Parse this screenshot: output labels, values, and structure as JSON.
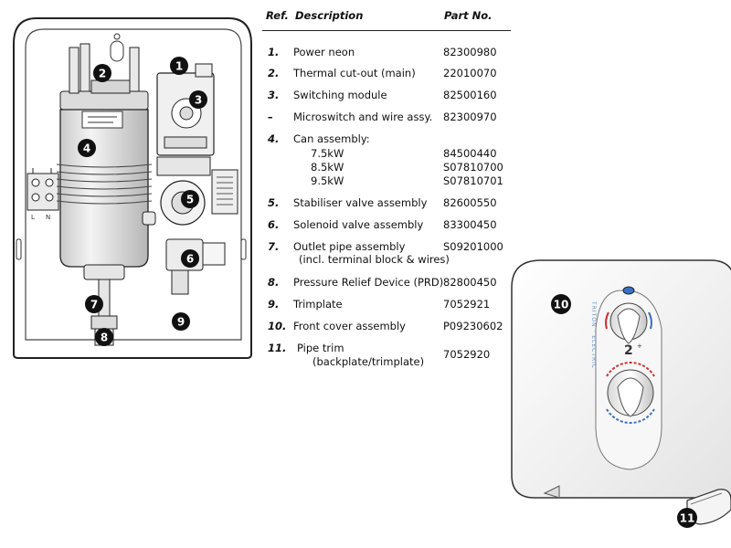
{
  "table": {
    "headers": {
      "ref": "Ref.",
      "description": "Description",
      "part_no": "Part No."
    },
    "rows": [
      {
        "ref": "1.",
        "description": "Power neon",
        "part_no": "82300980"
      },
      {
        "ref": "2.",
        "description": "Thermal cut-out (main)",
        "part_no": "22010070"
      },
      {
        "ref": "3.",
        "description": "Switching module",
        "part_no": "82500160"
      },
      {
        "ref": "–",
        "description": "Microswitch and wire assy.",
        "part_no": "82300970"
      },
      {
        "ref": "4.",
        "description": "Can assembly:",
        "part_no": "",
        "variants": [
          {
            "rating": "7.5kW",
            "part_no": "84500440"
          },
          {
            "rating": "8.5kW",
            "part_no": "S07810700"
          },
          {
            "rating": "9.5kW",
            "part_no": "S07810701"
          }
        ]
      },
      {
        "ref": "5.",
        "description": "Stabiliser valve assembly",
        "part_no": "82600550"
      },
      {
        "ref": "6.",
        "description": "Solenoid valve assembly",
        "part_no": "83300450"
      },
      {
        "ref": "7.",
        "description": "Outlet pipe assembly",
        "note": "(incl. terminal block & wires)",
        "part_no": "S09201000"
      },
      {
        "ref": "8.",
        "description": "Pressure Relief Device (PRD)",
        "part_no": "82800450"
      },
      {
        "ref": "9.",
        "description": "Trimplate",
        "part_no": "7052921"
      },
      {
        "ref": "10.",
        "description": "Front cover assembly",
        "part_no": "P09230602"
      },
      {
        "ref": "11.",
        "description": "Pipe trim",
        "note": "(backplate/trimplate)",
        "part_no": "7052920"
      }
    ]
  },
  "callouts": [
    "1",
    "2",
    "3",
    "4",
    "5",
    "6",
    "7",
    "8",
    "9",
    "10",
    "11"
  ],
  "cover": {
    "brand_vertical": "TRITON · ELECTRIC",
    "power_label": "2",
    "power_plus": "+"
  },
  "terminal_labels": [
    "L",
    "N"
  ],
  "colors": {
    "callout_fill": "#111111",
    "line": "#222222",
    "hot": "#d03030",
    "cold": "#3a6fc4",
    "part_fill": "#f2f2f2"
  }
}
